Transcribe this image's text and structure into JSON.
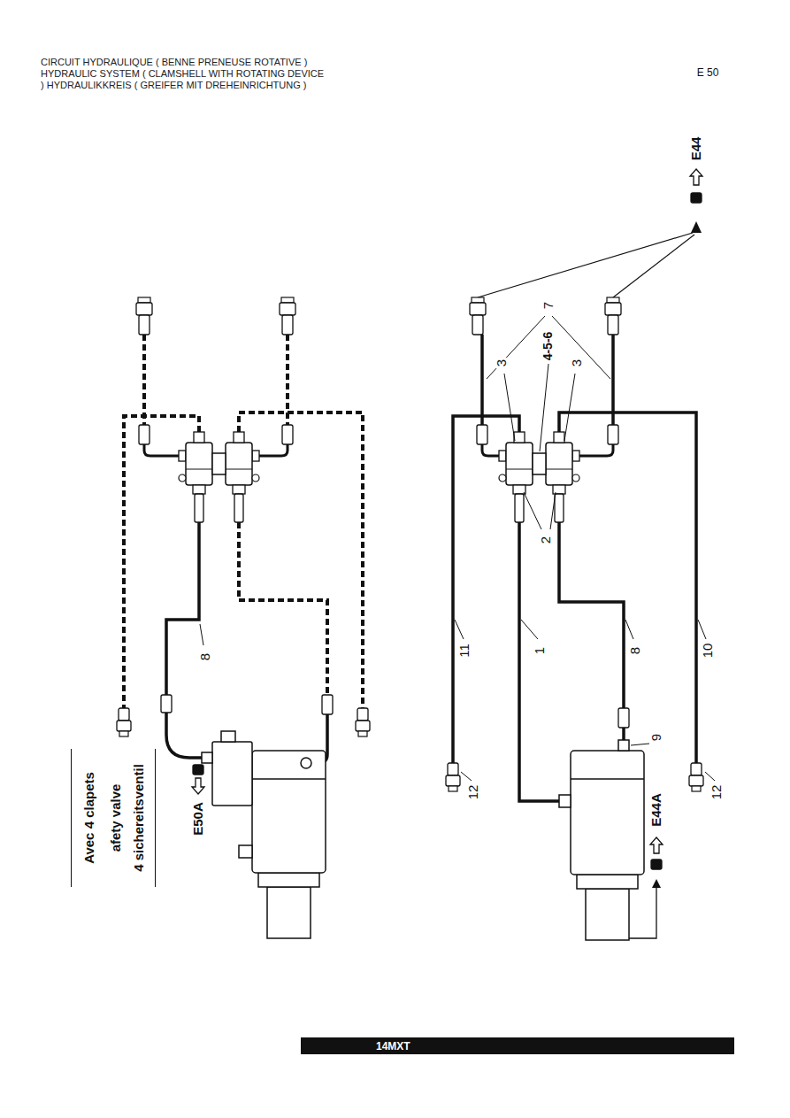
{
  "diagram": {
    "title": "CIRCUIT HYDRAULIQUE ( BENNE PRENEUSE ROTATIVE ) HYDRAULIC SYSTEM ( CLAMSHELL WITH ROTATING DEVICE ) HYDRAULIKKREIS ( GREIFER MIT DREHEINRICHTUNG )",
    "nodes": [
      {
        "text": [
          "Avec 4 clapets",
          "afety valve",
          "4 sichereitsventil"
        ]
      },
      {
        "text": [
          "14MXT"
        ]
      }
    ],
    "labels": [
      "E 50",
      "E44",
      "7",
      "4-5-6",
      "3",
      "3",
      "2",
      "8",
      "11",
      "1",
      "8",
      "10",
      "E50A",
      "12",
      "9",
      "12",
      "E44A"
    ]
  }
}
